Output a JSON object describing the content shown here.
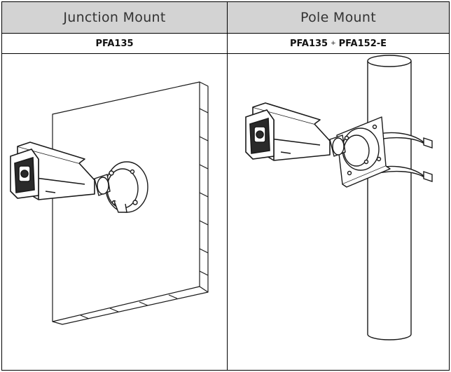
{
  "table": {
    "headers": [
      "Junction Mount",
      "Pole Mount"
    ],
    "models": {
      "junction": "PFA135",
      "pole_primary": "PFA135",
      "pole_separator": "+",
      "pole_secondary": "PFA152-E"
    }
  },
  "colors": {
    "header_background": "#d3d3d3",
    "border": "#000000",
    "line_art": "#1a1a1a"
  },
  "illustrations": {
    "junction_mount": "bullet-camera-on-wall-junction-box",
    "pole_mount": "bullet-camera-on-pole-bracket"
  }
}
